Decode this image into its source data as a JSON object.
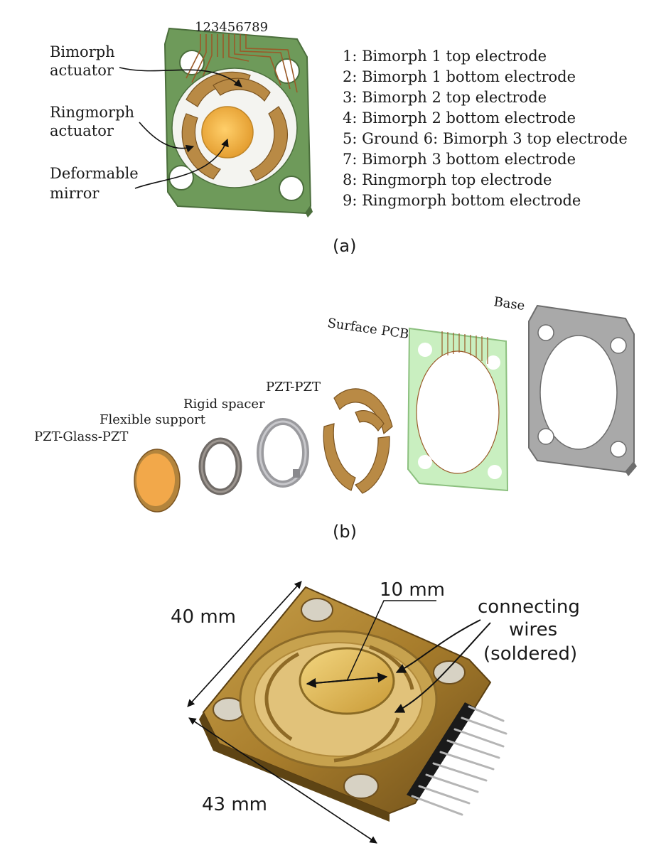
{
  "panel_a": {
    "pin_numbers": "123456789",
    "labels": {
      "bimorph_line1": "Bimorph",
      "bimorph_line2": "actuator",
      "ringmorph_line1": "Ringmorph",
      "ringmorph_line2": "actuator",
      "mirror_line1": "Deformable",
      "mirror_line2": "mirror"
    },
    "legend": [
      "1: Bimorph 1 top electrode",
      "2: Bimorph 1 bottom electrode",
      "3: Bimorph 2 top electrode",
      "4: Bimorph 2 bottom electrode",
      "5: Ground 6: Bimorph 3 top electrode",
      "7: Bimorph 3 bottom electrode",
      "8: Ringmorph top electrode",
      "9: Ringmorph bottom electrode"
    ],
    "caption": "(a)"
  },
  "panel_b": {
    "labels": {
      "pzt_glass_pzt": "PZT-Glass-PZT",
      "flexible_support": "Flexible support",
      "rigid_spacer": "Rigid spacer",
      "pzt_pzt": "PZT-PZT",
      "surface_pcb": "Surface PCB",
      "base": "Base"
    },
    "caption": "(b)"
  },
  "panel_c": {
    "dim_width": "40 mm",
    "dim_length": "43 mm",
    "dim_mirror": "10 mm",
    "wires_line1": "connecting",
    "wires_line2": "wires",
    "wires_line3": "(soldered)"
  },
  "colors": {
    "pcb_green": "#7fa46a",
    "copper": "#b07a3a",
    "gold": "#f0b54a",
    "light_green": "#c9efc0",
    "base_gray": "#9a9a9a"
  }
}
